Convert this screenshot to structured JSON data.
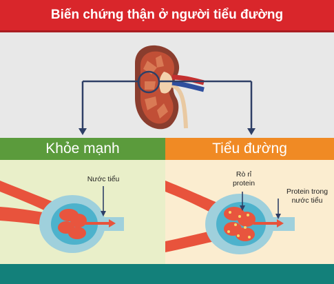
{
  "title": "Biến chứng thận ở người tiểu đường",
  "panels": {
    "left": {
      "heading": "Khỏe mạnh",
      "label": "Nước tiểu"
    },
    "right": {
      "heading": "Tiểu đường",
      "label_leak_1": "Rò rỉ",
      "label_leak_2": "protein",
      "label_prot_1": "Protein trong",
      "label_prot_2": "nước tiểu"
    }
  },
  "colors": {
    "title": "#d9262b",
    "healthy": "#5b9b3c",
    "diabetes": "#f08a24",
    "footer": "#13807a",
    "arrow": "#2e3f66"
  },
  "icons": [
    "kidney-icon",
    "healthy-glomerulus-icon",
    "diabetic-glomerulus-icon"
  ]
}
